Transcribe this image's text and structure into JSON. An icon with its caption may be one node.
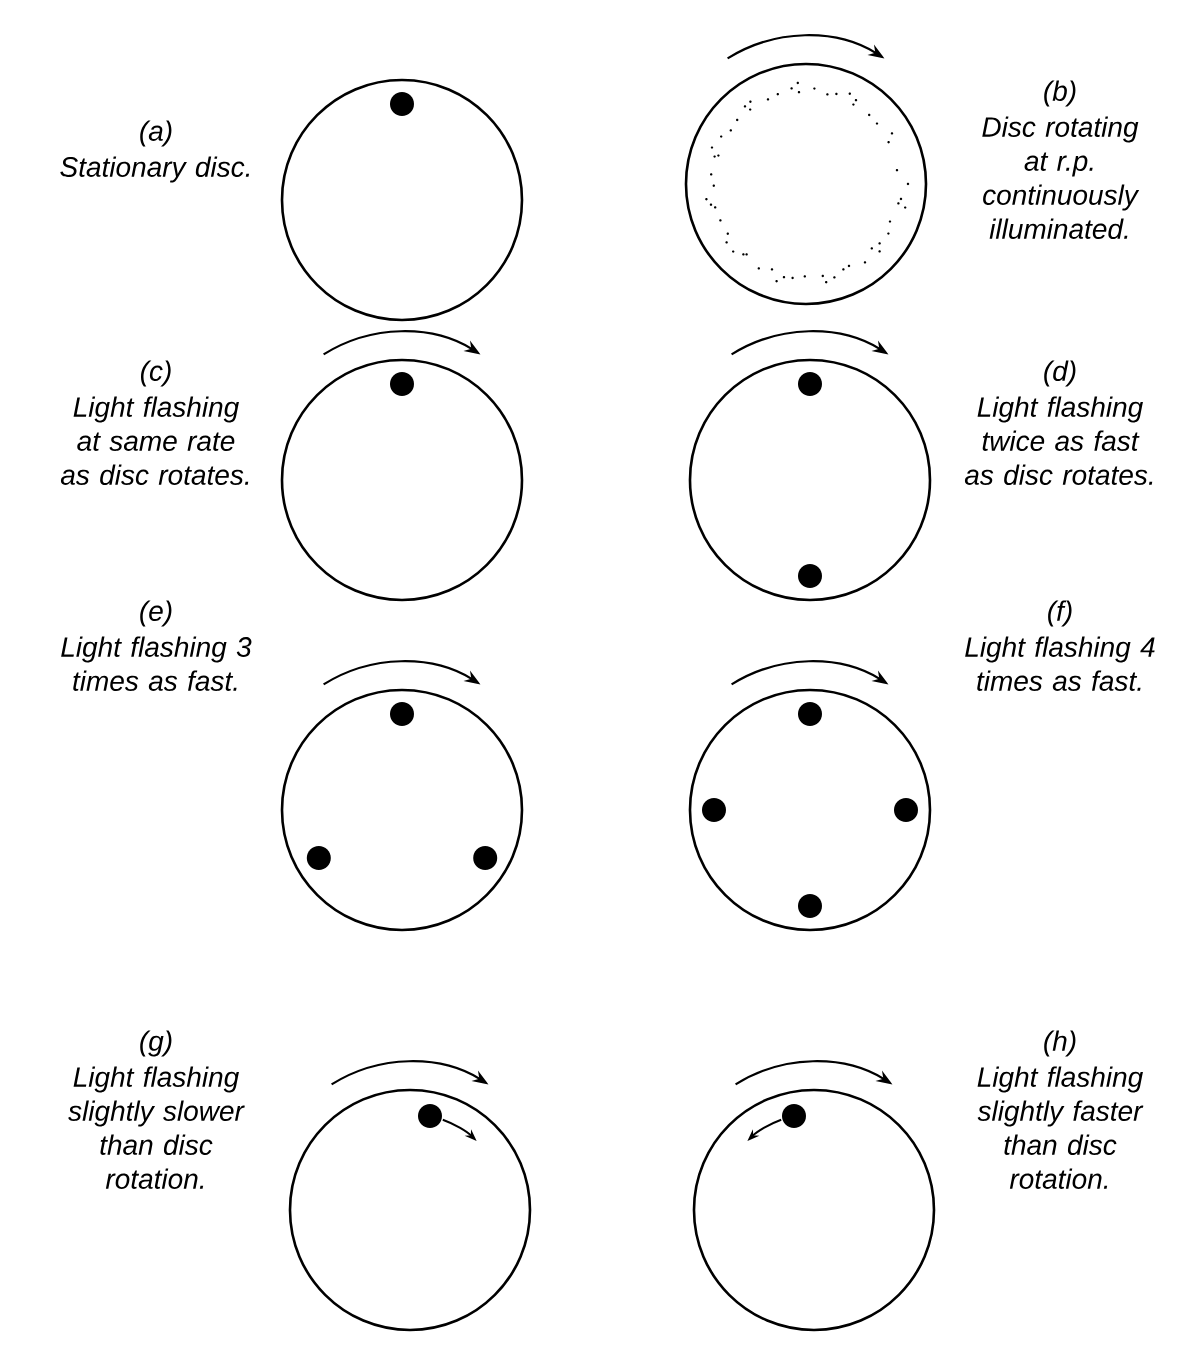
{
  "diagram": {
    "nodes": [
      {
        "text": [],
        "shape": "circle",
        "beside": [
          "(a)",
          "Stationary disc."
        ]
      },
      {
        "text": [],
        "shape": "circle",
        "beside": [
          "(b)",
          "Disc rotating at r.p. continuously illuminated."
        ]
      },
      {
        "text": [],
        "shape": "circle",
        "beside": [
          "(c)",
          "Light flashing at same rate as disc rotates."
        ]
      },
      {
        "text": [],
        "shape": "circle",
        "beside": [
          "(d)",
          "Light flashing twice as fast as disc rotates."
        ]
      },
      {
        "text": [],
        "shape": "circle",
        "beside": [
          "(e)",
          "Light flashing 3 times as fast."
        ]
      },
      {
        "text": [],
        "shape": "circle",
        "beside": [
          "(f)",
          "Light flashing 4 times as fast."
        ]
      },
      {
        "text": [],
        "shape": "circle",
        "beside": [
          "(g)",
          "Light flashing slightly slower than disc rotation."
        ]
      },
      {
        "text": [],
        "shape": "circle",
        "beside": [
          "(h)",
          "Light flashing slightly faster than disc rotation."
        ]
      }
    ]
  }
}
